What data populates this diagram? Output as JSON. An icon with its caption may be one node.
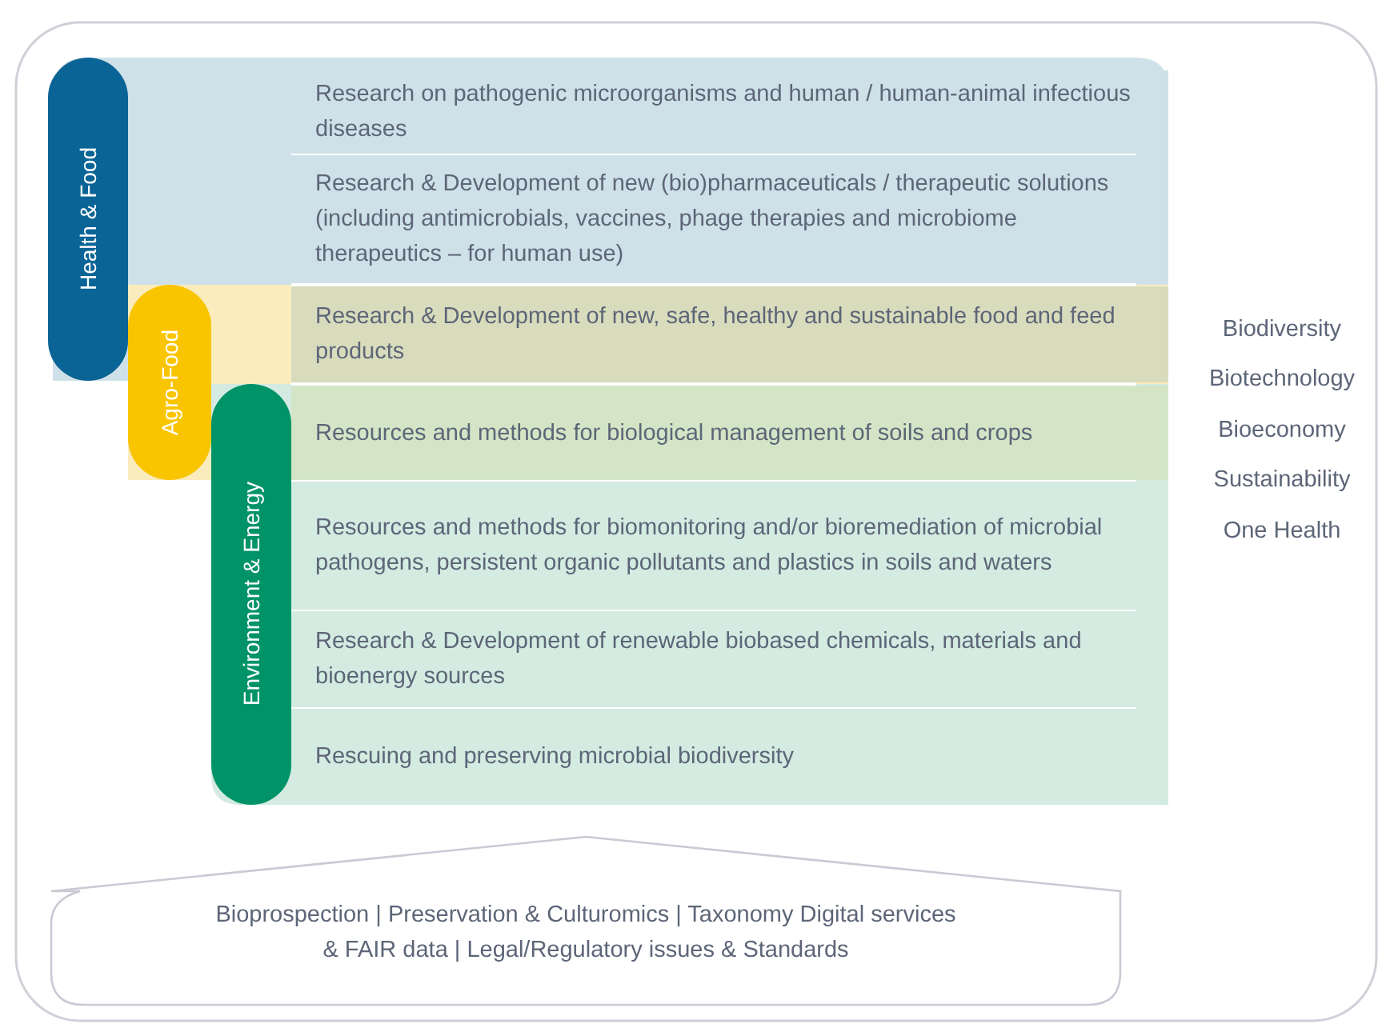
{
  "diagram": {
    "nodes": [
      {
        "text": [
          "Health & Food"
        ]
      },
      {
        "text": [
          "Agro-Food"
        ]
      },
      {
        "text": [
          "Environment & Energy"
        ]
      },
      {
        "text": [
          "Research on pathogenic microorganisms and human / human-animal infectious diseases"
        ]
      },
      {
        "text": [
          "Research & Development of new (bio)pharmaceuticals / therapeutic solutions (including antimicrobials, vaccines, phage therapies and microbiome therapeutics – for human use)"
        ]
      },
      {
        "text": [
          "Research & Development of new, safe, healthy and sustainable food and feed products"
        ]
      },
      {
        "text": [
          "Resources and methods for biological management of soils and crops"
        ]
      },
      {
        "text": [
          "Resources and methods for biomonitoring and/or bioremediation of microbial pathogens, persistent organic pollutants and plastics in soils and waters"
        ]
      },
      {
        "text": [
          "Research & Development of renewable biobased chemicals, materials and bioenergy sources"
        ]
      },
      {
        "text": [
          "Rescuing and preserving microbial biodiversity"
        ]
      },
      {
        "text": [
          "Bioprospection | Preservation & Culturomics | Taxonomy Digital services & FAIR data | Legal/Regulatory issues & Standards"
        ]
      }
    ],
    "edges": [],
    "labels": [
      "Biodiversity",
      "Biotechnology",
      "Bioeconomy",
      "Sustainability",
      "One Health"
    ]
  }
}
